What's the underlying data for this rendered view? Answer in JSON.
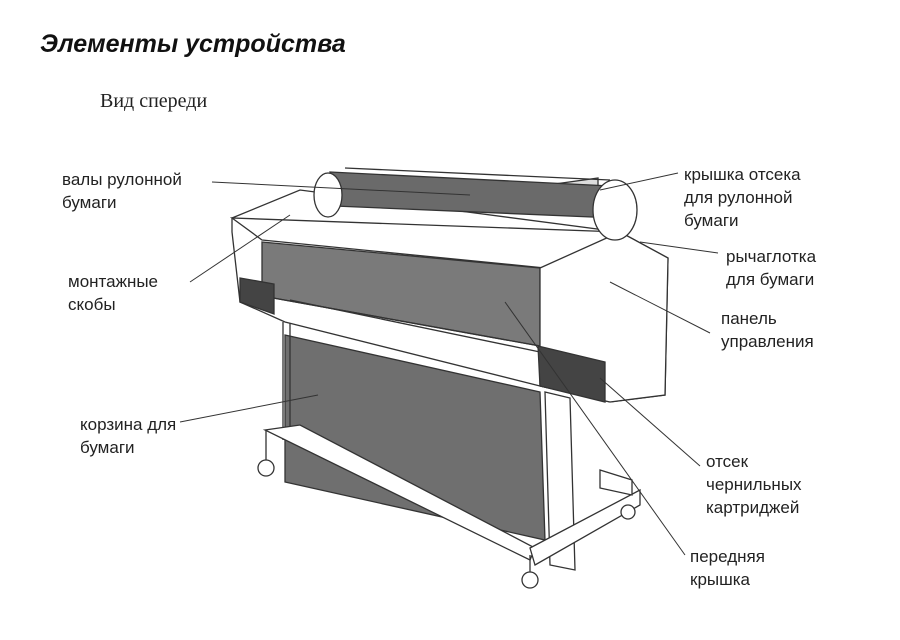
{
  "title": "Элементы устройства",
  "subtitle": "Вид спереди",
  "labels": {
    "roll_spindles": "валы рулонной\nбумаги",
    "mounting_brackets": "монтажные\nскобы",
    "paper_basket": "корзина для\nбумаги",
    "roll_cover": "крышка отсека\nдля рулонной\nбумаги",
    "paper_lever": "рычаглотка\nдля бумаги",
    "control_panel": "панель\nуправления",
    "ink_compartment": "отсек\nчернильных\nкартриджей",
    "front_cover": "передняя\nкрышка"
  }
}
